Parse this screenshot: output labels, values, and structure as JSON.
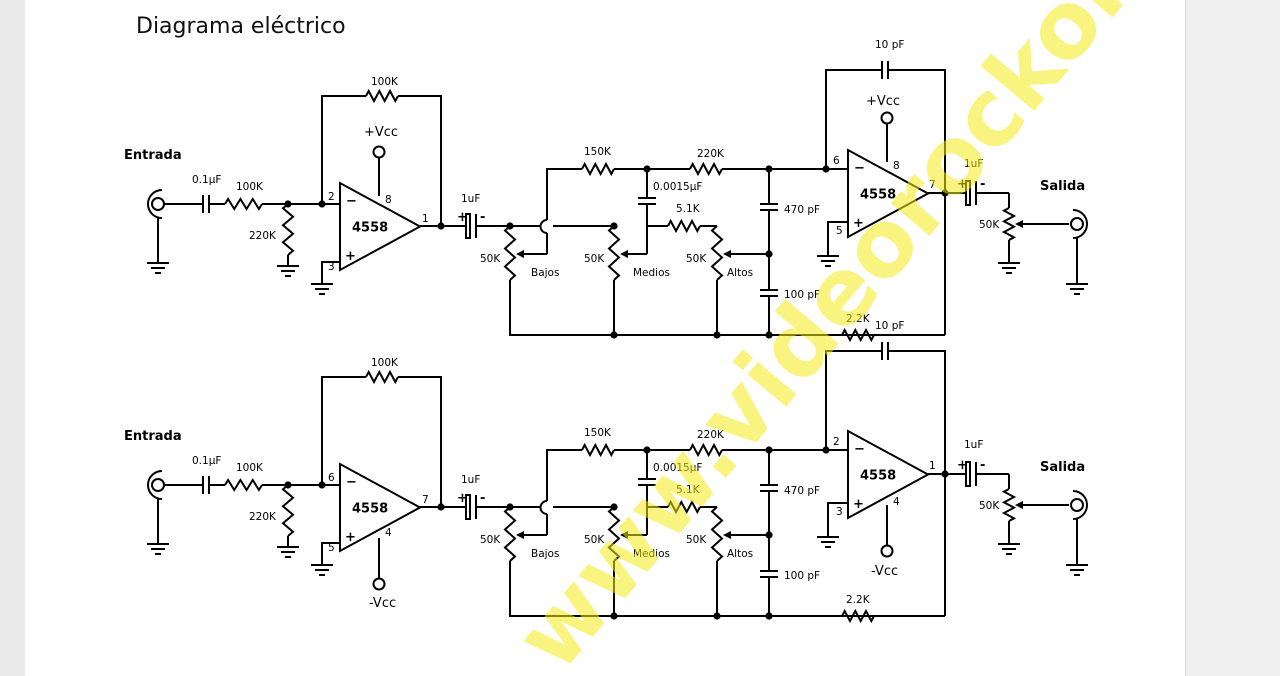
{
  "title": "Diagrama eléctrico",
  "watermark": "www.videorockola.com",
  "colors": {
    "page": "#ffffff",
    "ink": "#000000",
    "watermark": "#f5ea1a",
    "background": "#e9e9e9"
  },
  "circuits": [
    {
      "input_label": "Entrada",
      "output_label": "Salida",
      "in_cap": "0.1μF",
      "in_res": "100K",
      "bias_res": "220K",
      "fb_res": "100K",
      "op1": {
        "name": "4558",
        "pin_minus": "2",
        "pin_plus": "3",
        "pin_supply": "8",
        "pin_out": "1",
        "supply_label": "+Vcc"
      },
      "coupling_cap1": "1uF",
      "bass_pot": "50K",
      "bass_label": "Bajos",
      "r150": "150K",
      "c_mid": "0.0015μF",
      "r51": "5.1K",
      "mid_pot": "50K",
      "mid_label": "Medios",
      "treble_pot": "50K",
      "treble_label": "Altos",
      "r220": "220K",
      "c470": "470 pF",
      "c100": "100 pF",
      "r22": "2.2K",
      "fb_cap": "10 pF",
      "op2": {
        "name": "4558",
        "pin_minus": "6",
        "pin_plus": "5",
        "pin_supply": "8",
        "pin_out": "7",
        "supply_label": "+Vcc"
      },
      "coupling_cap2": "1uF",
      "vol_pot": "50K"
    },
    {
      "input_label": "Entrada",
      "output_label": "Salida",
      "in_cap": "0.1μF",
      "in_res": "100K",
      "bias_res": "220K",
      "fb_res": "100K",
      "op1": {
        "name": "4558",
        "pin_minus": "6",
        "pin_plus": "5",
        "pin_supply": "4",
        "pin_out": "7",
        "supply_label": "-Vcc"
      },
      "coupling_cap1": "1uF",
      "bass_pot": "50K",
      "bass_label": "Bajos",
      "r150": "150K",
      "c_mid": "0.0015μF",
      "r51": "5.1K",
      "mid_pot": "50K",
      "mid_label": "Medios",
      "treble_pot": "50K",
      "treble_label": "Altos",
      "r220": "220K",
      "c470": "470 pF",
      "c100": "100 pF",
      "r22": "2.2K",
      "fb_cap": "10 pF",
      "op2": {
        "name": "4558",
        "pin_minus": "2",
        "pin_plus": "3",
        "pin_supply": "4",
        "pin_out": "1",
        "supply_label": "-Vcc"
      },
      "coupling_cap2": "1uF",
      "vol_pot": "50K"
    }
  ]
}
